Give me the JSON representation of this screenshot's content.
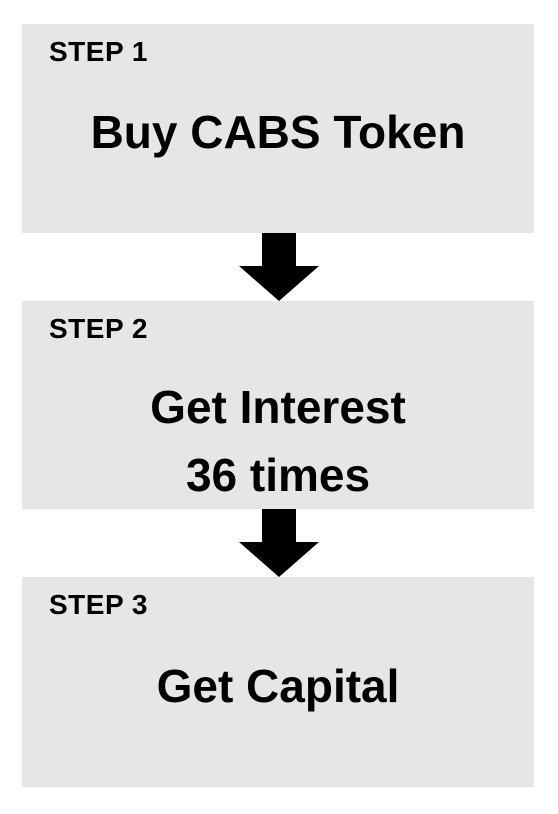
{
  "steps": [
    {
      "label": "STEP 1",
      "lines": [
        "Buy CABS Token"
      ]
    },
    {
      "label": "STEP 2",
      "lines": [
        "Get Interest",
        "36 times"
      ]
    },
    {
      "label": "STEP 3",
      "lines": [
        "Get Capital"
      ]
    }
  ],
  "colors": {
    "box_fill": "#e6e6e6",
    "arrow": "#000000",
    "text": "#000000"
  },
  "icons": {
    "arrows": [
      "down-arrow-icon",
      "down-arrow-icon"
    ]
  }
}
